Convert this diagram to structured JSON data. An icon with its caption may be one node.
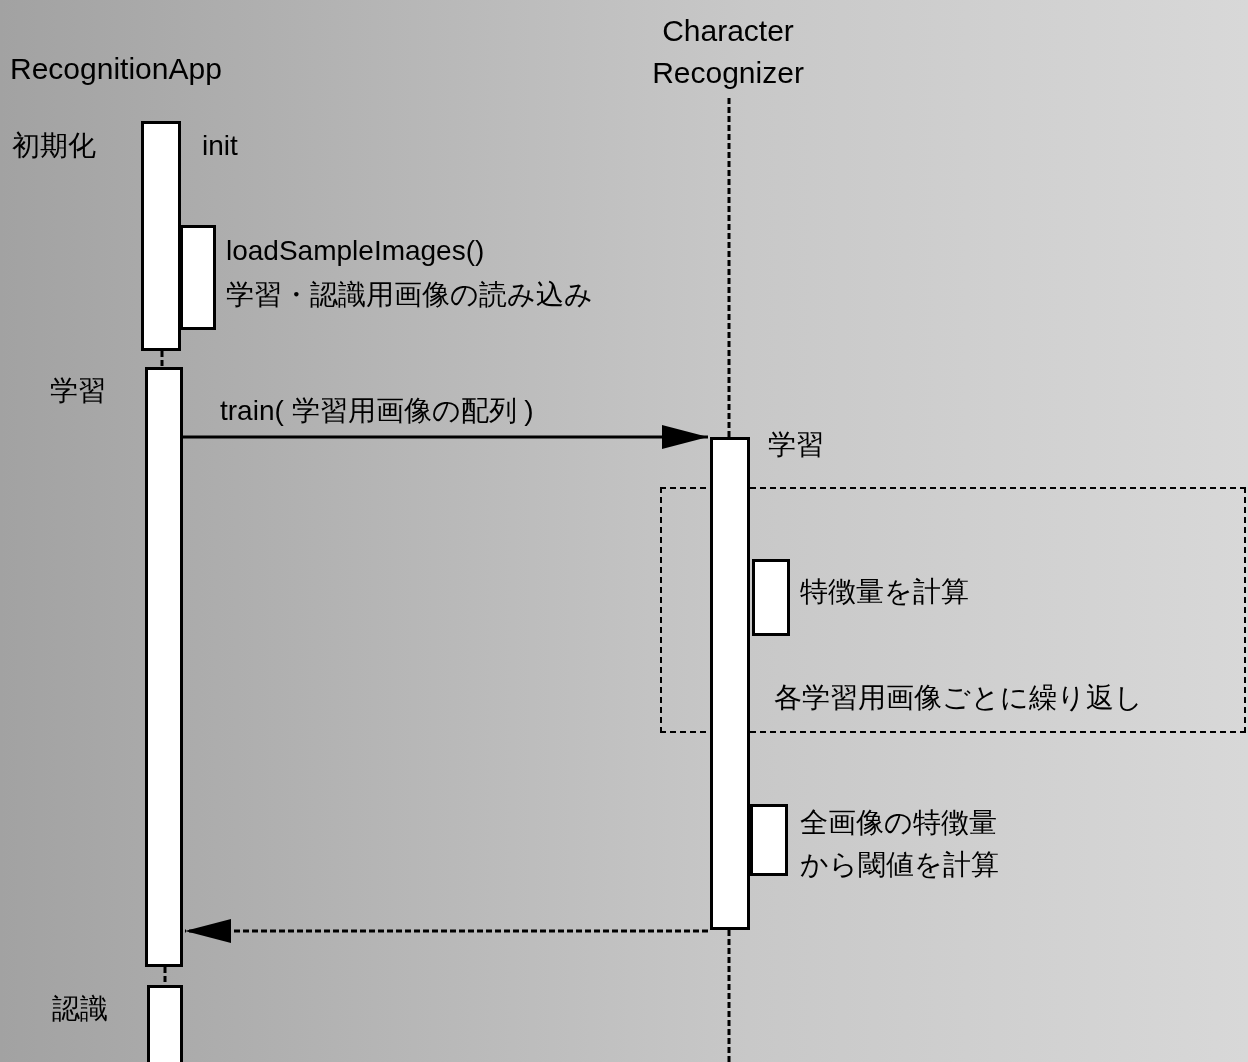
{
  "diagram": {
    "nodes": [
      {
        "text": [
          "RecognitionApp"
        ]
      },
      {
        "text": [
          "Character Recognizer"
        ]
      },
      {
        "text": [],
        "shape": "bar",
        "beside": [
          "初期化",
          "init"
        ]
      },
      {
        "text": [],
        "shape": "bar",
        "beside": [
          "loadSampleImages()",
          "学習・認識用画像の読み込み"
        ]
      },
      {
        "text": [],
        "shape": "bar",
        "beside": [
          "学習"
        ]
      },
      {
        "text": [],
        "shape": "bar",
        "beside": [
          "学習"
        ]
      },
      {
        "text": [
          "各学習用画像ごとに繰り返し"
        ]
      },
      {
        "text": [],
        "shape": "bar",
        "beside": [
          "特徴量を計算"
        ],
        "in": 6
      },
      {
        "text": [],
        "shape": "bar",
        "beside": [
          "全画像の特徴量から閾値を計算"
        ]
      },
      {
        "text": [],
        "shape": "bar",
        "beside": [
          "認識"
        ]
      }
    ],
    "edges": [
      {
        "from": 4,
        "to": 5,
        "arrow": "to",
        "label": "train( 学習用画像の配列 )"
      },
      {
        "from": 5,
        "to": 4,
        "arrow": "to",
        "style": "dashed"
      },
      {
        "from": 1,
        "to": 5,
        "arrow": "none",
        "style": "dashed"
      },
      {
        "from": 5,
        "to": null,
        "arrow": "none",
        "style": "dashed"
      },
      {
        "from": 2,
        "to": 4,
        "arrow": "none",
        "style": "dashed"
      },
      {
        "from": 4,
        "to": 9,
        "arrow": "none",
        "style": "dashed"
      }
    ]
  }
}
